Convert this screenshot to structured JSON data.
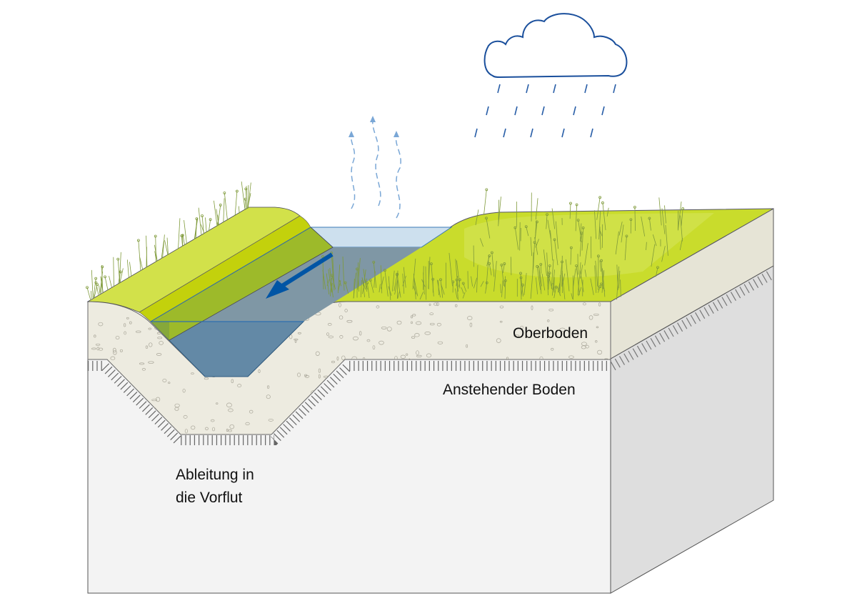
{
  "labels": {
    "topsoil": "Oberboden",
    "subsoil": "Anstehender Boden",
    "drainage_line1": "Ableitung in",
    "drainage_line2": "die Vorflut"
  },
  "colors": {
    "water_dark": "#6389a6",
    "water_surface": "#7f97a5",
    "water_light": "#cde0ee",
    "grass_light": "#d2e14a",
    "grass_mid": "#c3d10c",
    "grass_dark": "#9dba2a",
    "topsoil": "#edebe0",
    "subsoil": "#f3f3f3",
    "side_subsoil": "#dedede",
    "arrow": "#0055a5",
    "cloud": "#1a4f9c",
    "rain": "#2a5fa8",
    "evaporation": "#7aa7d6"
  },
  "icons": {
    "cloud": "rain-cloud-icon",
    "flow": "flow-direction-arrow-icon",
    "evaporation": "evaporation-arrows-icon"
  }
}
